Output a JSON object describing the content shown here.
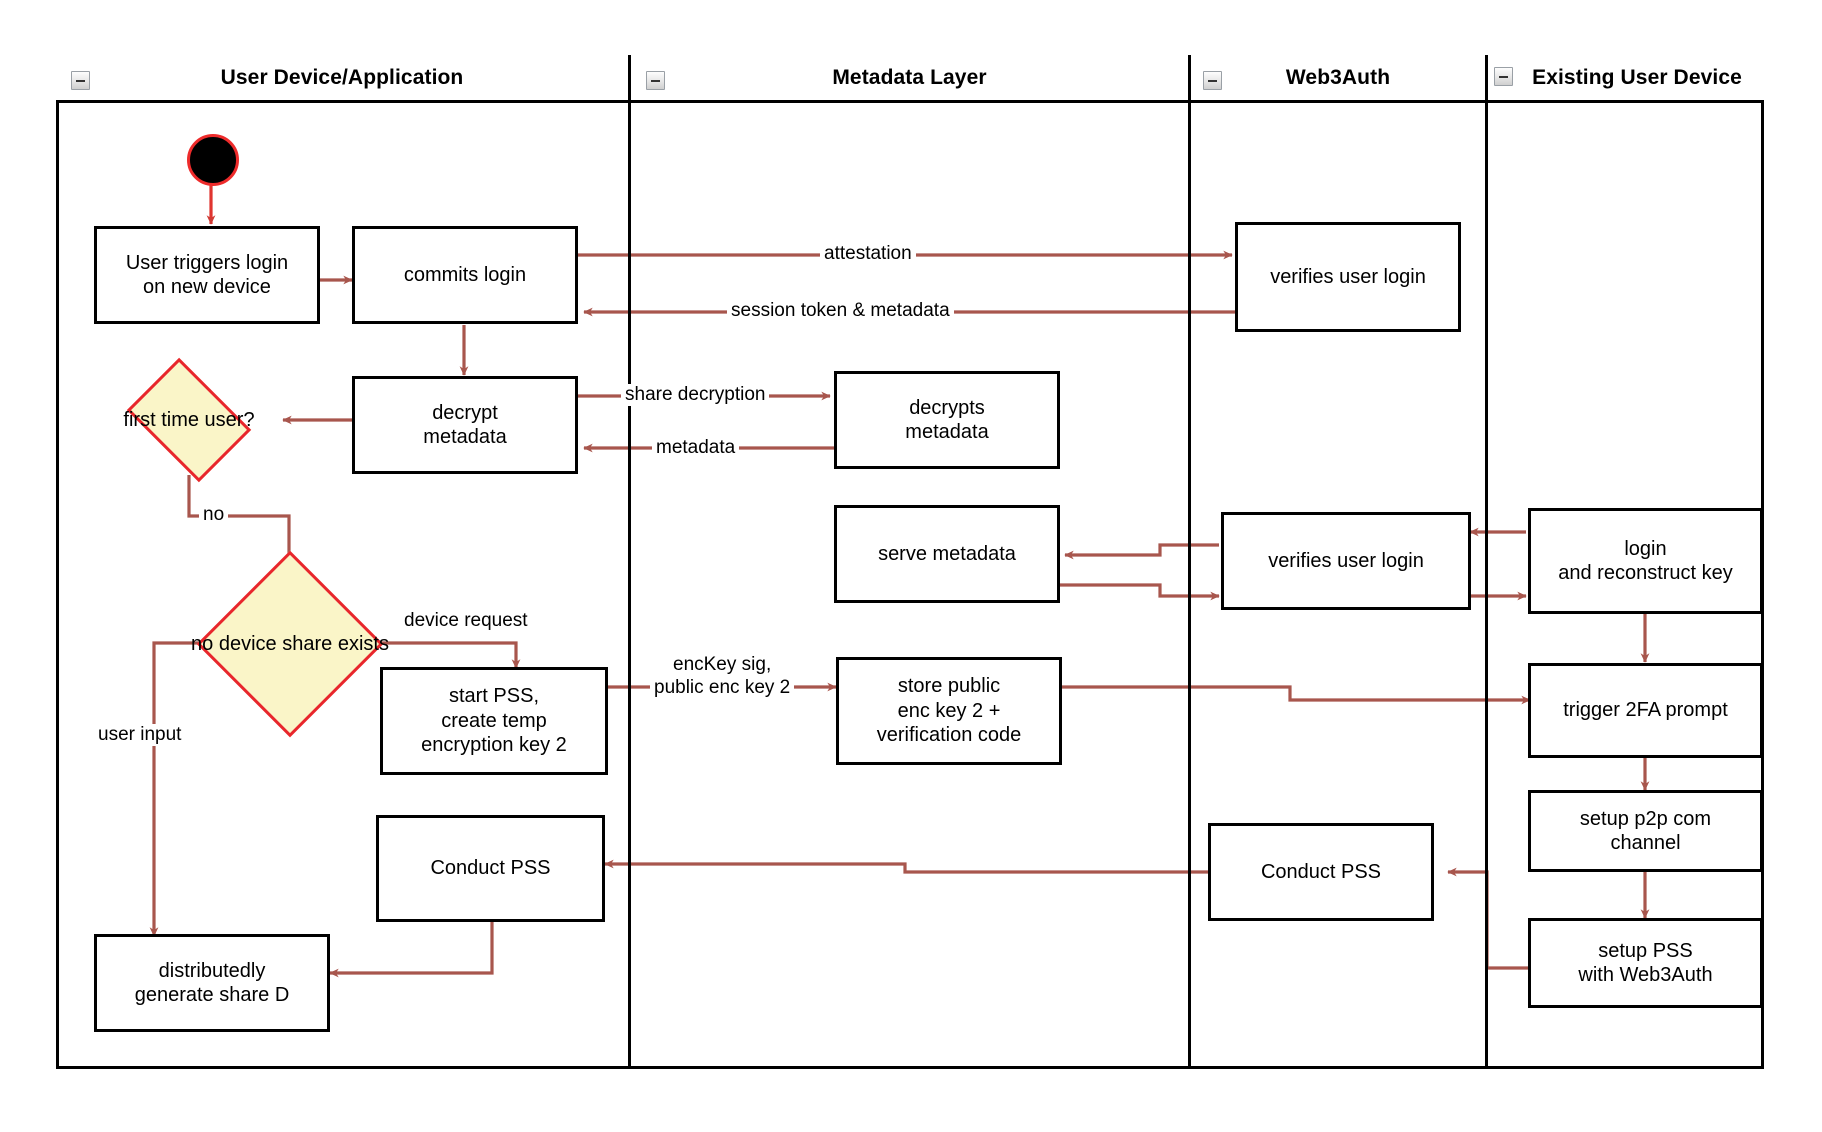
{
  "diagram": {
    "type": "swimlane-activity-diagram",
    "accent_edge_color": "#b05a50",
    "decision_fill": "#faf5c8",
    "decision_border": "#e8262c",
    "node_border": "#000000",
    "lane_border": "#000000"
  },
  "lanes": [
    {
      "id": "user-device",
      "title": "User Device/Application",
      "collapse_icon": "minus-icon"
    },
    {
      "id": "metadata-layer",
      "title": "Metadata Layer",
      "collapse_icon": "minus-icon"
    },
    {
      "id": "web3auth",
      "title": "Web3Auth",
      "collapse_icon": "minus-icon"
    },
    {
      "id": "existing-user-device",
      "title": "Existing User Device",
      "collapse_icon": "minus-icon"
    }
  ],
  "nodes": {
    "start": {
      "kind": "start-node",
      "label": ""
    },
    "user_triggers_login": {
      "label": "User triggers login\non new device",
      "line1": "User triggers login",
      "line2": "on new device"
    },
    "commits_login": {
      "label": "commits login"
    },
    "verifies_user_login_1": {
      "label": "verifies user login"
    },
    "decrypt_metadata": {
      "line1": "decrypt",
      "line2": "metadata"
    },
    "decrypts_metadata": {
      "line1": "decrypts",
      "line2": "metadata"
    },
    "first_time_user": {
      "line1": "first time",
      "line2": "user?"
    },
    "serve_metadata": {
      "label": "serve metadata"
    },
    "verifies_user_login_2": {
      "label": "verifies user login"
    },
    "login_reconstruct": {
      "line1": "login",
      "line2": "and reconstruct key"
    },
    "no_device_share": {
      "line1": "no device",
      "line2": "share exists"
    },
    "start_pss": {
      "line1": "start PSS,",
      "line2": "create temp",
      "line3": "encryption key 2"
    },
    "store_public": {
      "line1": "store public",
      "line2": "enc key 2 +",
      "line3": "verification code"
    },
    "trigger_2fa": {
      "label": "trigger 2FA prompt"
    },
    "setup_p2p": {
      "line1": "setup p2p com",
      "line2": "channel"
    },
    "conduct_pss_user": {
      "label": "Conduct PSS"
    },
    "conduct_pss_web3auth": {
      "label": "Conduct PSS"
    },
    "setup_pss_web3auth": {
      "line1": "setup PSS",
      "line2": "with Web3Auth"
    },
    "distributedly_generate": {
      "line1": "distributedly",
      "line2": "generate share D"
    }
  },
  "edge_labels": {
    "attestation": "attestation",
    "session_token": "session token & metadata",
    "share_decryption": "share decryption",
    "metadata": "metadata",
    "no": "no",
    "user_input": "user input",
    "device_request": "device request",
    "enckey_line1": "encKey sig,",
    "enckey_line2": "public enc key 2"
  }
}
